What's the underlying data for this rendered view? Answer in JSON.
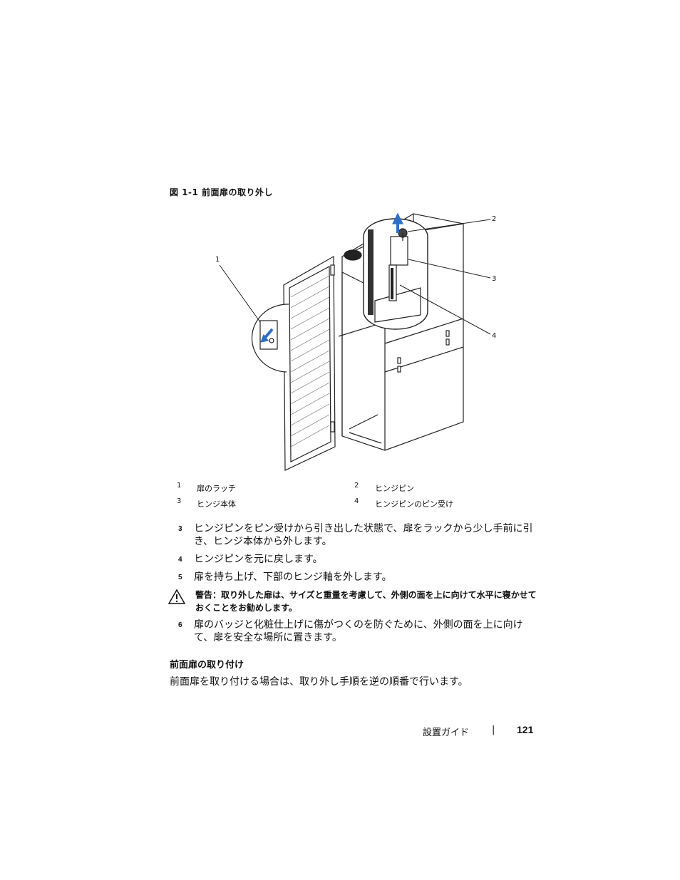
{
  "figure": {
    "caption": "図 1-1    前面扉の取り外し",
    "callouts": [
      "1",
      "2",
      "3",
      "4"
    ]
  },
  "legend": [
    {
      "num": "1",
      "label": "扉のラッチ"
    },
    {
      "num": "2",
      "label": "ヒンジピン"
    },
    {
      "num": "3",
      "label": "ヒンジ本体"
    },
    {
      "num": "4",
      "label": "ヒンジピンのピン受け"
    }
  ],
  "steps": [
    {
      "num": "3",
      "text": "ヒンジピンをピン受けから引き出した状態で、扉をラックから少し手前に引き、ヒンジ本体から外します。"
    },
    {
      "num": "4",
      "text": "ヒンジピンを元に戻します。"
    },
    {
      "num": "5",
      "text": "扉を持ち上げ、下部のヒンジ軸を外します。"
    },
    {
      "num": "6",
      "text": "扉のバッジと化粧仕上げに傷がつくのを防ぐために、外側の面を上に向けて、扉を安全な場所に置きます。"
    }
  ],
  "warning": {
    "text": "警告：取り外した扉は、サイズと重量を考慮して、外側の面を上に向けて水平に寝かせておくことをお勧めします。"
  },
  "section": {
    "heading": "前面扉の取り付け",
    "body": "前面扉を取り付ける場合は、取り外し手順を逆の順番で行います。"
  },
  "footer": {
    "guide": "設置ガイド",
    "separator": "|",
    "page": "121"
  },
  "colors": {
    "accent_arrow": "#2f6fc4",
    "line": "#222222"
  }
}
